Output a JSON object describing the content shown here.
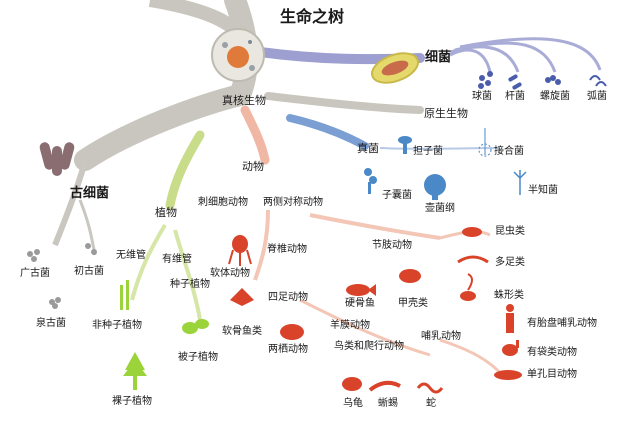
{
  "title": "生命之树",
  "colors": {
    "bacteria_branch": "#9c9fcf",
    "eukaryote_branch": "#c8c6be",
    "archaea_branch": "#c9c7c0",
    "plant_branch": "#c8dc8a",
    "animal_branch": "#f0b7a4",
    "fungi_branch": "#7c9fd3",
    "animal_icon": "#d8432a",
    "plant_icon": "#9bd33a",
    "fungi_icon": "#4a88c8",
    "bacteria_icon": "#4a5dab",
    "archaea_icon": "#8a8a8a"
  },
  "domains": {
    "bacteria": "细菌",
    "eukaryota": "真核生物",
    "archaea": "古细菌"
  },
  "bacteria": [
    "球菌",
    "杆菌",
    "螺旋菌",
    "弧菌"
  ],
  "eukaryotes": {
    "protists": "原生生物",
    "fungi": {
      "label": "真菌",
      "groups": [
        "担子菌",
        "接合菌",
        "子囊菌",
        "壶菌纲",
        "半知菌"
      ]
    },
    "plants": {
      "label": "植物",
      "non_vascular": "无维管",
      "vascular": "有维管",
      "seed_plants": "种子植物",
      "non_seed_plants": "非种子植物",
      "angiosperms": "被子植物",
      "gymnosperms": "裸子植物"
    },
    "animals": {
      "label": "动物",
      "sponges": "刺细胞动物",
      "bilateria": "两侧对称动物",
      "mollusks": "软体动物",
      "vertebrates": "脊椎动物",
      "arthropods": "节肢动物",
      "insects": "昆虫类",
      "myriapods": "多足类",
      "arachnids": "蛛形类",
      "crustaceans": "甲壳类",
      "bony_fish": "硬骨鱼",
      "cartilaginous_fish": "软骨鱼类",
      "tetrapods": "四足动物",
      "amphibians": "两栖动物",
      "amniotes": "羊膜动物",
      "birds_reptiles": "鸟类和爬行动物",
      "mammals": "哺乳动物",
      "placentals": "有胎盘哺乳动物",
      "marsupials": "有袋类动物",
      "monotremes": "单孔目动物",
      "turtles": "乌龟",
      "lizards": "蜥蜴",
      "snakes": "蛇"
    }
  },
  "archaea": [
    "广古菌",
    "初古菌",
    "泉古菌"
  ]
}
